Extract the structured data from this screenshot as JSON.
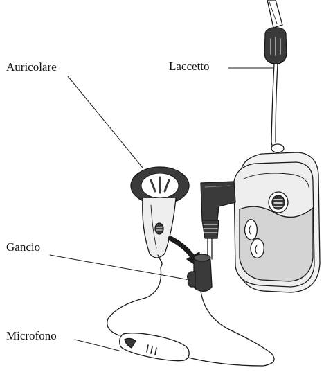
{
  "labels": {
    "earphone": "Auricolare",
    "lanyard": "Laccetto",
    "clip": "Gancio",
    "microphone": "Microfono"
  },
  "colors": {
    "stroke": "#1a1a1a",
    "rubber_dark": "#3a3a3a",
    "body_light": "#f2f2f2",
    "body_mid": "#d4d4d4"
  }
}
